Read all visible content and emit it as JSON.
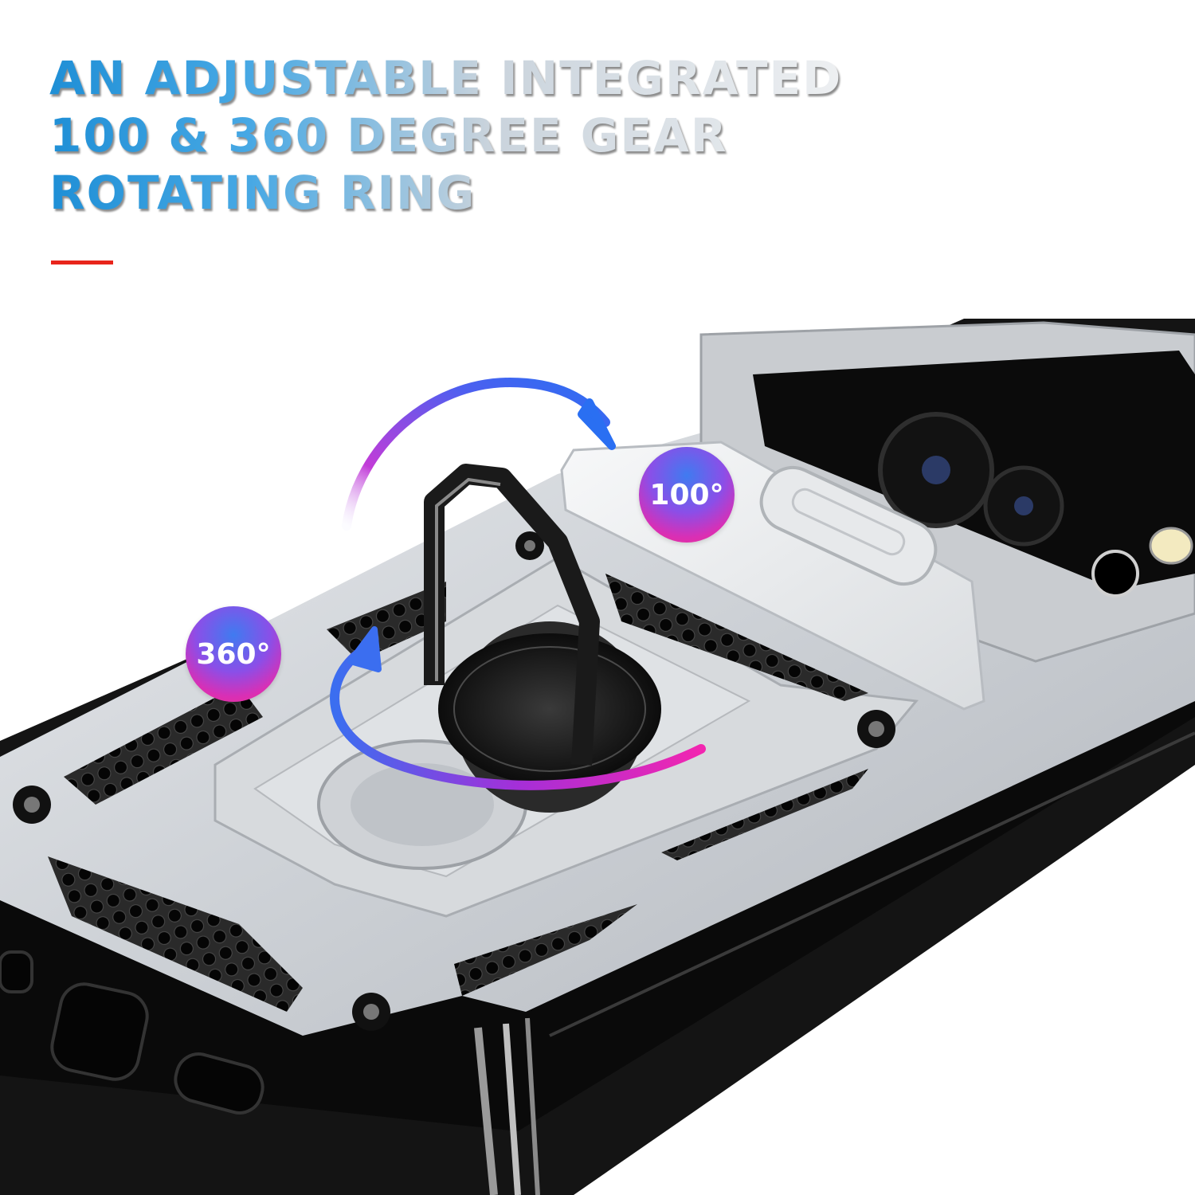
{
  "headline": {
    "line1": "AN ADJUSTABLE INTEGRATED",
    "line2": "100 & 360 DEGREE GEAR",
    "line3": "ROTATING RING"
  },
  "badges": {
    "flip": "100°",
    "spin": "360°"
  },
  "colors": {
    "accent": "#e8251b",
    "headline_blue": "#1f8fd6",
    "case_silver": "#c9ccd0",
    "bumper_black": "#111111",
    "arrow_blue": "#2f6ff0",
    "arrow_magenta": "#e022b8"
  },
  "icons": [
    "rotation-arrow-icon",
    "spin-arrow-icon"
  ]
}
